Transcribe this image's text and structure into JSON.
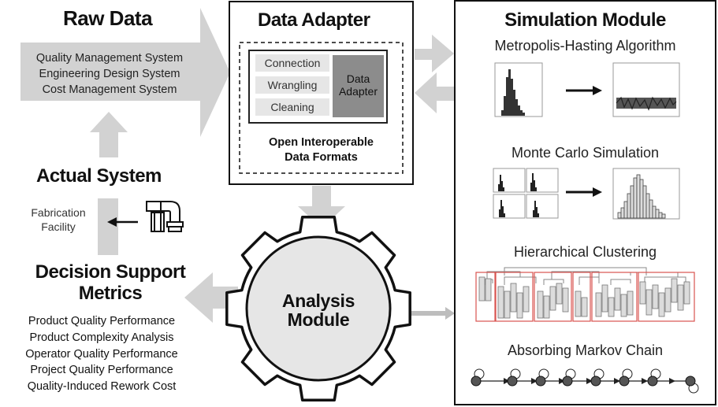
{
  "raw_data": {
    "title": "Raw Data",
    "items": [
      "Quality Management System",
      "Engineering Design System",
      "Cost Management System"
    ]
  },
  "data_adapter": {
    "title": "Data Adapter",
    "steps": [
      "Connection",
      "Wrangling",
      "Cleaning"
    ],
    "core_label_line1": "Data",
    "core_label_line2": "Adapter",
    "formats_line1": "Open Interoperable",
    "formats_line2": "Data Formats"
  },
  "simulation": {
    "title": "Simulation Module",
    "sections": [
      "Metropolis-Hasting Algorithm",
      "Monte Carlo Simulation",
      "Hierarchical Clustering",
      "Absorbing Markov Chain"
    ]
  },
  "actual_system": {
    "title": "Actual System",
    "label_line1": "Fabrication",
    "label_line2": "Facility",
    "icon": "pipe-fitting-icon"
  },
  "analysis": {
    "line1": "Analysis",
    "line2": "Module",
    "icon": "gear-icon"
  },
  "decision": {
    "title_line1": "Decision Support",
    "title_line2": "Metrics",
    "items": [
      "Product Quality Performance",
      "Product Complexity Analysis",
      "Operator Quality Performance",
      "Project Quality Performance",
      "Quality-Induced Rework Cost"
    ]
  },
  "colors": {
    "arrow_gray": "#d2d2d2",
    "panel_gray": "#e6e6e6",
    "core_gray": "#8c8c8c",
    "cluster_red": "#d9534f"
  }
}
